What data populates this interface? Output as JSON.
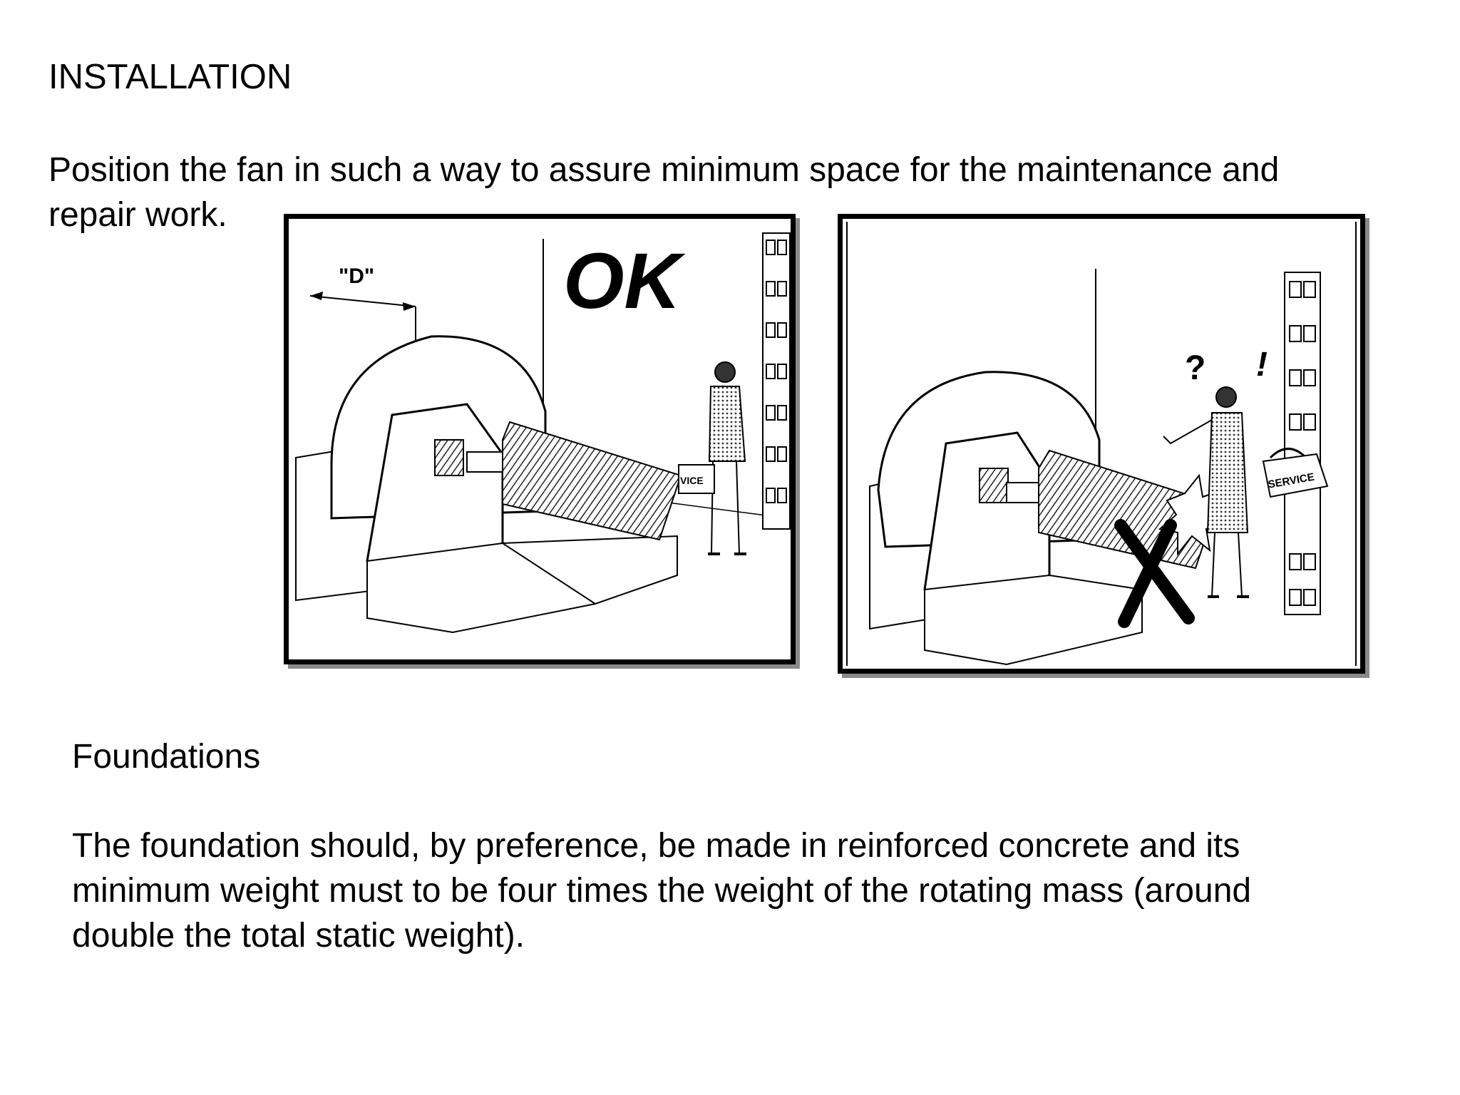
{
  "section_title": "INSTALLATION",
  "intro": {
    "line1": "Position the fan in such a way to assure minimum space for the maintenance and",
    "line2": "repair work."
  },
  "figure_ok": {
    "dimension_label": "\"D\"",
    "verdict": "OK",
    "toolbox_text": "VICE"
  },
  "figure_bad": {
    "question_mark": "?",
    "exclamation_mark": "!",
    "toolbox_text": "SERVICE"
  },
  "foundations": {
    "title": "Foundations",
    "line1": "The foundation should, by preference, be made in reinforced concrete and its",
    "line2": "minimum weight must to be four times the weight of the rotating mass (around",
    "line3": "double the total static weight)."
  }
}
